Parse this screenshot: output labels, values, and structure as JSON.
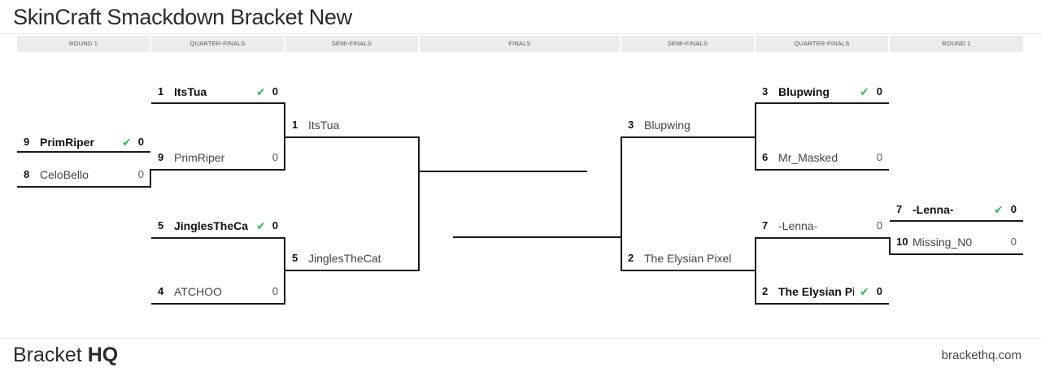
{
  "page": {
    "title": "SkinCraft Smackdown Bracket New"
  },
  "rounds": [
    "ROUND 1",
    "QUARTER-FINALS",
    "SEMI-FINALS",
    "FINALS",
    "SEMI-FINALS",
    "QUARTER-FINALS",
    "ROUND 1"
  ],
  "matches": {
    "left_r1": {
      "top": {
        "seed": "9",
        "name": "PrimRiper",
        "score": "0",
        "winner": true
      },
      "bottom": {
        "seed": "8",
        "name": "CeloBello",
        "score": "0",
        "winner": false
      }
    },
    "left_qf1": {
      "top": {
        "seed": "1",
        "name": "ItsTua",
        "score": "0",
        "winner": true
      },
      "bottom": {
        "seed": "9",
        "name": "PrimRiper",
        "score": "0",
        "winner": false
      }
    },
    "left_qf2": {
      "top": {
        "seed": "5",
        "name": "JinglesTheCat",
        "score": "0",
        "winner": true
      },
      "bottom": {
        "seed": "4",
        "name": "ATCHOO",
        "score": "0",
        "winner": false
      }
    },
    "left_sf": {
      "top": {
        "seed": "1",
        "name": "ItsTua"
      },
      "bottom": {
        "seed": "5",
        "name": "JinglesTheCat"
      }
    },
    "right_sf": {
      "top": {
        "seed": "3",
        "name": "Blupwing"
      },
      "bottom": {
        "seed": "2",
        "name": "The Elysian Pixel"
      }
    },
    "right_qf1": {
      "top": {
        "seed": "3",
        "name": "Blupwing",
        "score": "0",
        "winner": true
      },
      "bottom": {
        "seed": "6",
        "name": "Mr_Masked",
        "score": "0",
        "winner": false
      }
    },
    "right_qf2": {
      "top": {
        "seed": "7",
        "name": "-Lenna-",
        "score": "0",
        "winner": false
      },
      "bottom": {
        "seed": "2",
        "name": "The Elysian Pixel",
        "score": "0",
        "winner": true
      }
    },
    "right_r1": {
      "top": {
        "seed": "7",
        "name": "-Lenna-",
        "score": "0",
        "winner": true
      },
      "bottom": {
        "seed": "10",
        "name": "Missing_N0",
        "score": "0",
        "winner": false
      }
    }
  },
  "icons": {
    "winner_check": "check-icon",
    "check_color": "#2fbf5a"
  },
  "footer": {
    "brand_light": "Bracket",
    "brand_bold": "HQ",
    "link": "brackethq.com"
  }
}
